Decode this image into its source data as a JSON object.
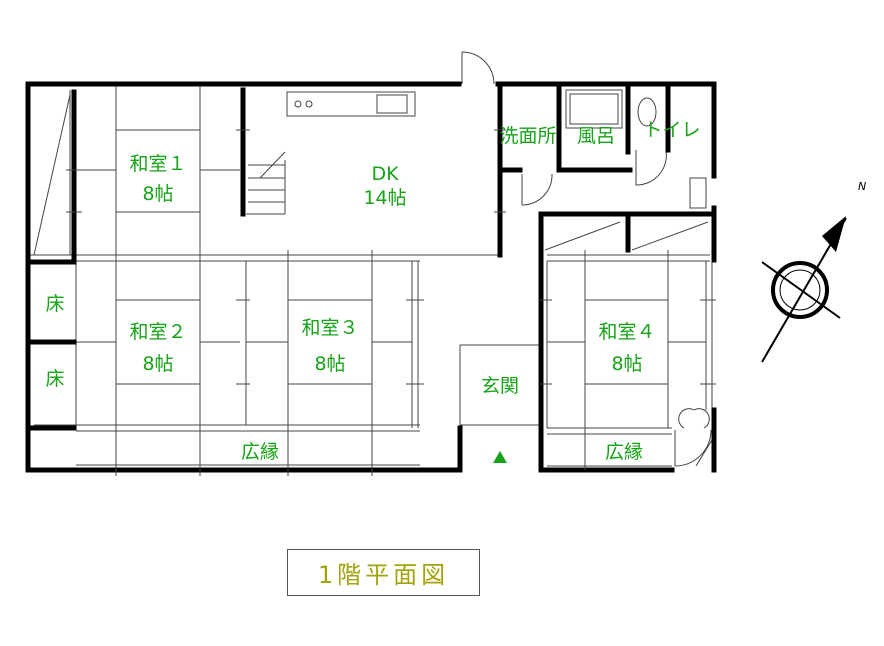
{
  "plan_title": "1階平面図",
  "compass_label": "N",
  "colors": {
    "label": "#17a317",
    "title": "#a3a310",
    "wall": "#000000",
    "line": "#444444"
  },
  "rooms": {
    "washitsu1": {
      "name": "和室１",
      "size": "8帖"
    },
    "dk": {
      "name": "DK",
      "size": "14帖"
    },
    "senmenjo": {
      "name": "洗面所"
    },
    "furo": {
      "name": "風呂"
    },
    "toilet": {
      "name": "トイレ"
    },
    "toko1": {
      "name": "床"
    },
    "toko2": {
      "name": "床"
    },
    "washitsu2": {
      "name": "和室２",
      "size": "8帖"
    },
    "washitsu3": {
      "name": "和室３",
      "size": "8帖"
    },
    "washitsu4": {
      "name": "和室４",
      "size": "8帖"
    },
    "genkan": {
      "name": "玄関"
    },
    "hiroen1": {
      "name": "広縁"
    },
    "hiroen2": {
      "name": "広縁"
    }
  }
}
